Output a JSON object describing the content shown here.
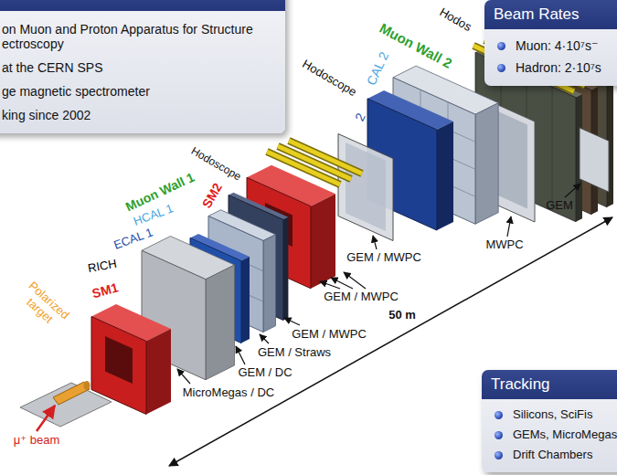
{
  "diagram": {
    "nodes": [
      {
        "text": [
          "on Muon and Proton Apparatus for Structure ectroscopy",
          "at the CERN SPS",
          "ge magnetic spectrometer",
          "king since 2002"
        ]
      },
      {
        "text": [
          "Beam Rates",
          "Muon: 4·10⁷s⁻",
          "Hadron: 2·10⁷s"
        ]
      },
      {
        "text": [
          "Tracking",
          "Silicons, SciFis",
          "GEMs, MicroMegas",
          "Drift Chambers"
        ]
      }
    ],
    "labels": [
      "Hodos",
      "Muon Wall 2",
      "Hodoscope",
      "CAL 2",
      "2",
      "GEM",
      "Hodoscope",
      "Muon Wall 1",
      "SM2",
      "HCAL 1",
      "ECAL 1",
      "RICH",
      "MWPC",
      "SM1",
      "GEM / MWPC",
      "Polarized target",
      "GEM / MWPC",
      "50 m",
      "GEM / MWPC",
      "GEM / Straws",
      "GEM / DC",
      "MicroMegas / DC",
      "μ⁺ beam"
    ]
  }
}
